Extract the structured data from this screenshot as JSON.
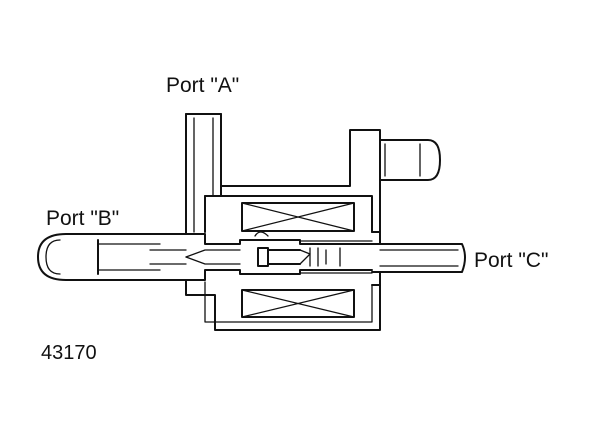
{
  "labels": {
    "port_a": "Port \"A\"",
    "port_b": "Port \"B\"",
    "port_c": "Port \"C\""
  },
  "figure_number": "43170"
}
